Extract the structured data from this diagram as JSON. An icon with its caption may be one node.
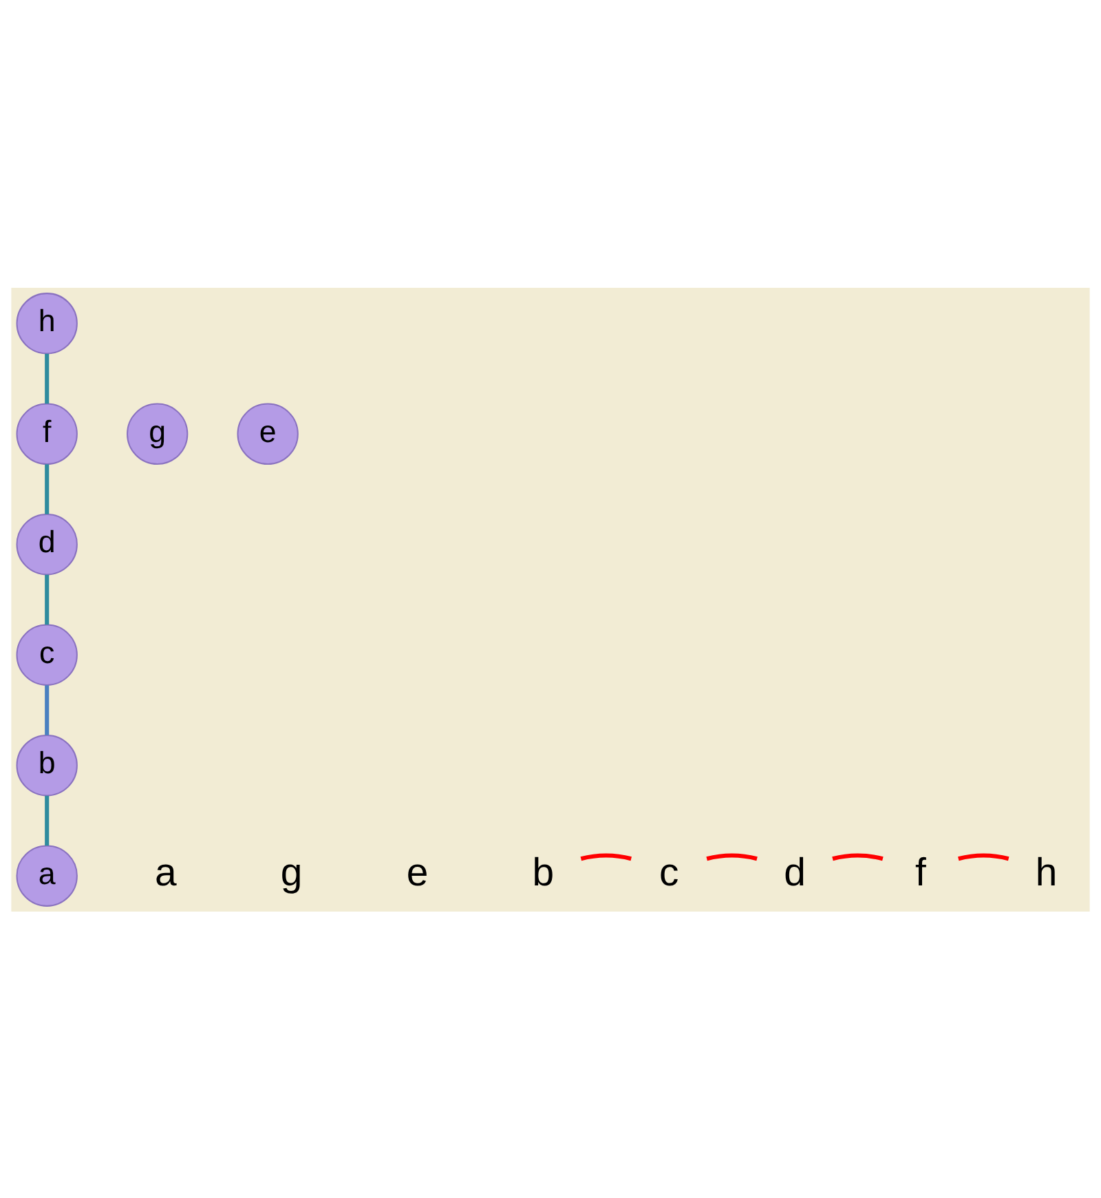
{
  "diagram": {
    "nodes": [
      {
        "text": [
          "h"
        ]
      },
      {
        "text": [
          "f"
        ]
      },
      {
        "text": [
          "g"
        ]
      },
      {
        "text": [
          "e"
        ]
      },
      {
        "text": [
          "d"
        ]
      },
      {
        "text": [
          "c"
        ]
      },
      {
        "text": [
          "b"
        ]
      },
      {
        "text": [
          "a"
        ]
      },
      {
        "text": [
          "a"
        ]
      },
      {
        "text": [
          "g"
        ]
      },
      {
        "text": [
          "e"
        ]
      },
      {
        "text": [
          "b"
        ]
      },
      {
        "text": [
          "c"
        ]
      },
      {
        "text": [
          "d"
        ]
      },
      {
        "text": [
          "f"
        ]
      },
      {
        "text": [
          "h"
        ]
      }
    ],
    "edges": [
      {
        "from": 7,
        "to": 6,
        "arrow": "none"
      },
      {
        "from": 6,
        "to": 5,
        "arrow": "none",
        "color": "#4a80c0"
      },
      {
        "from": 5,
        "to": 4,
        "arrow": "none"
      },
      {
        "from": 4,
        "to": 1,
        "arrow": "none"
      },
      {
        "from": 1,
        "to": 0,
        "arrow": "none"
      },
      {
        "from": 11,
        "to": 12,
        "arrow": "none",
        "color": "#ff0000"
      },
      {
        "from": 12,
        "to": 13,
        "arrow": "none",
        "color": "#ff0000"
      },
      {
        "from": 13,
        "to": 14,
        "arrow": "none",
        "color": "#ff0000"
      },
      {
        "from": 14,
        "to": 15,
        "arrow": "none",
        "color": "#ff0000"
      }
    ]
  }
}
